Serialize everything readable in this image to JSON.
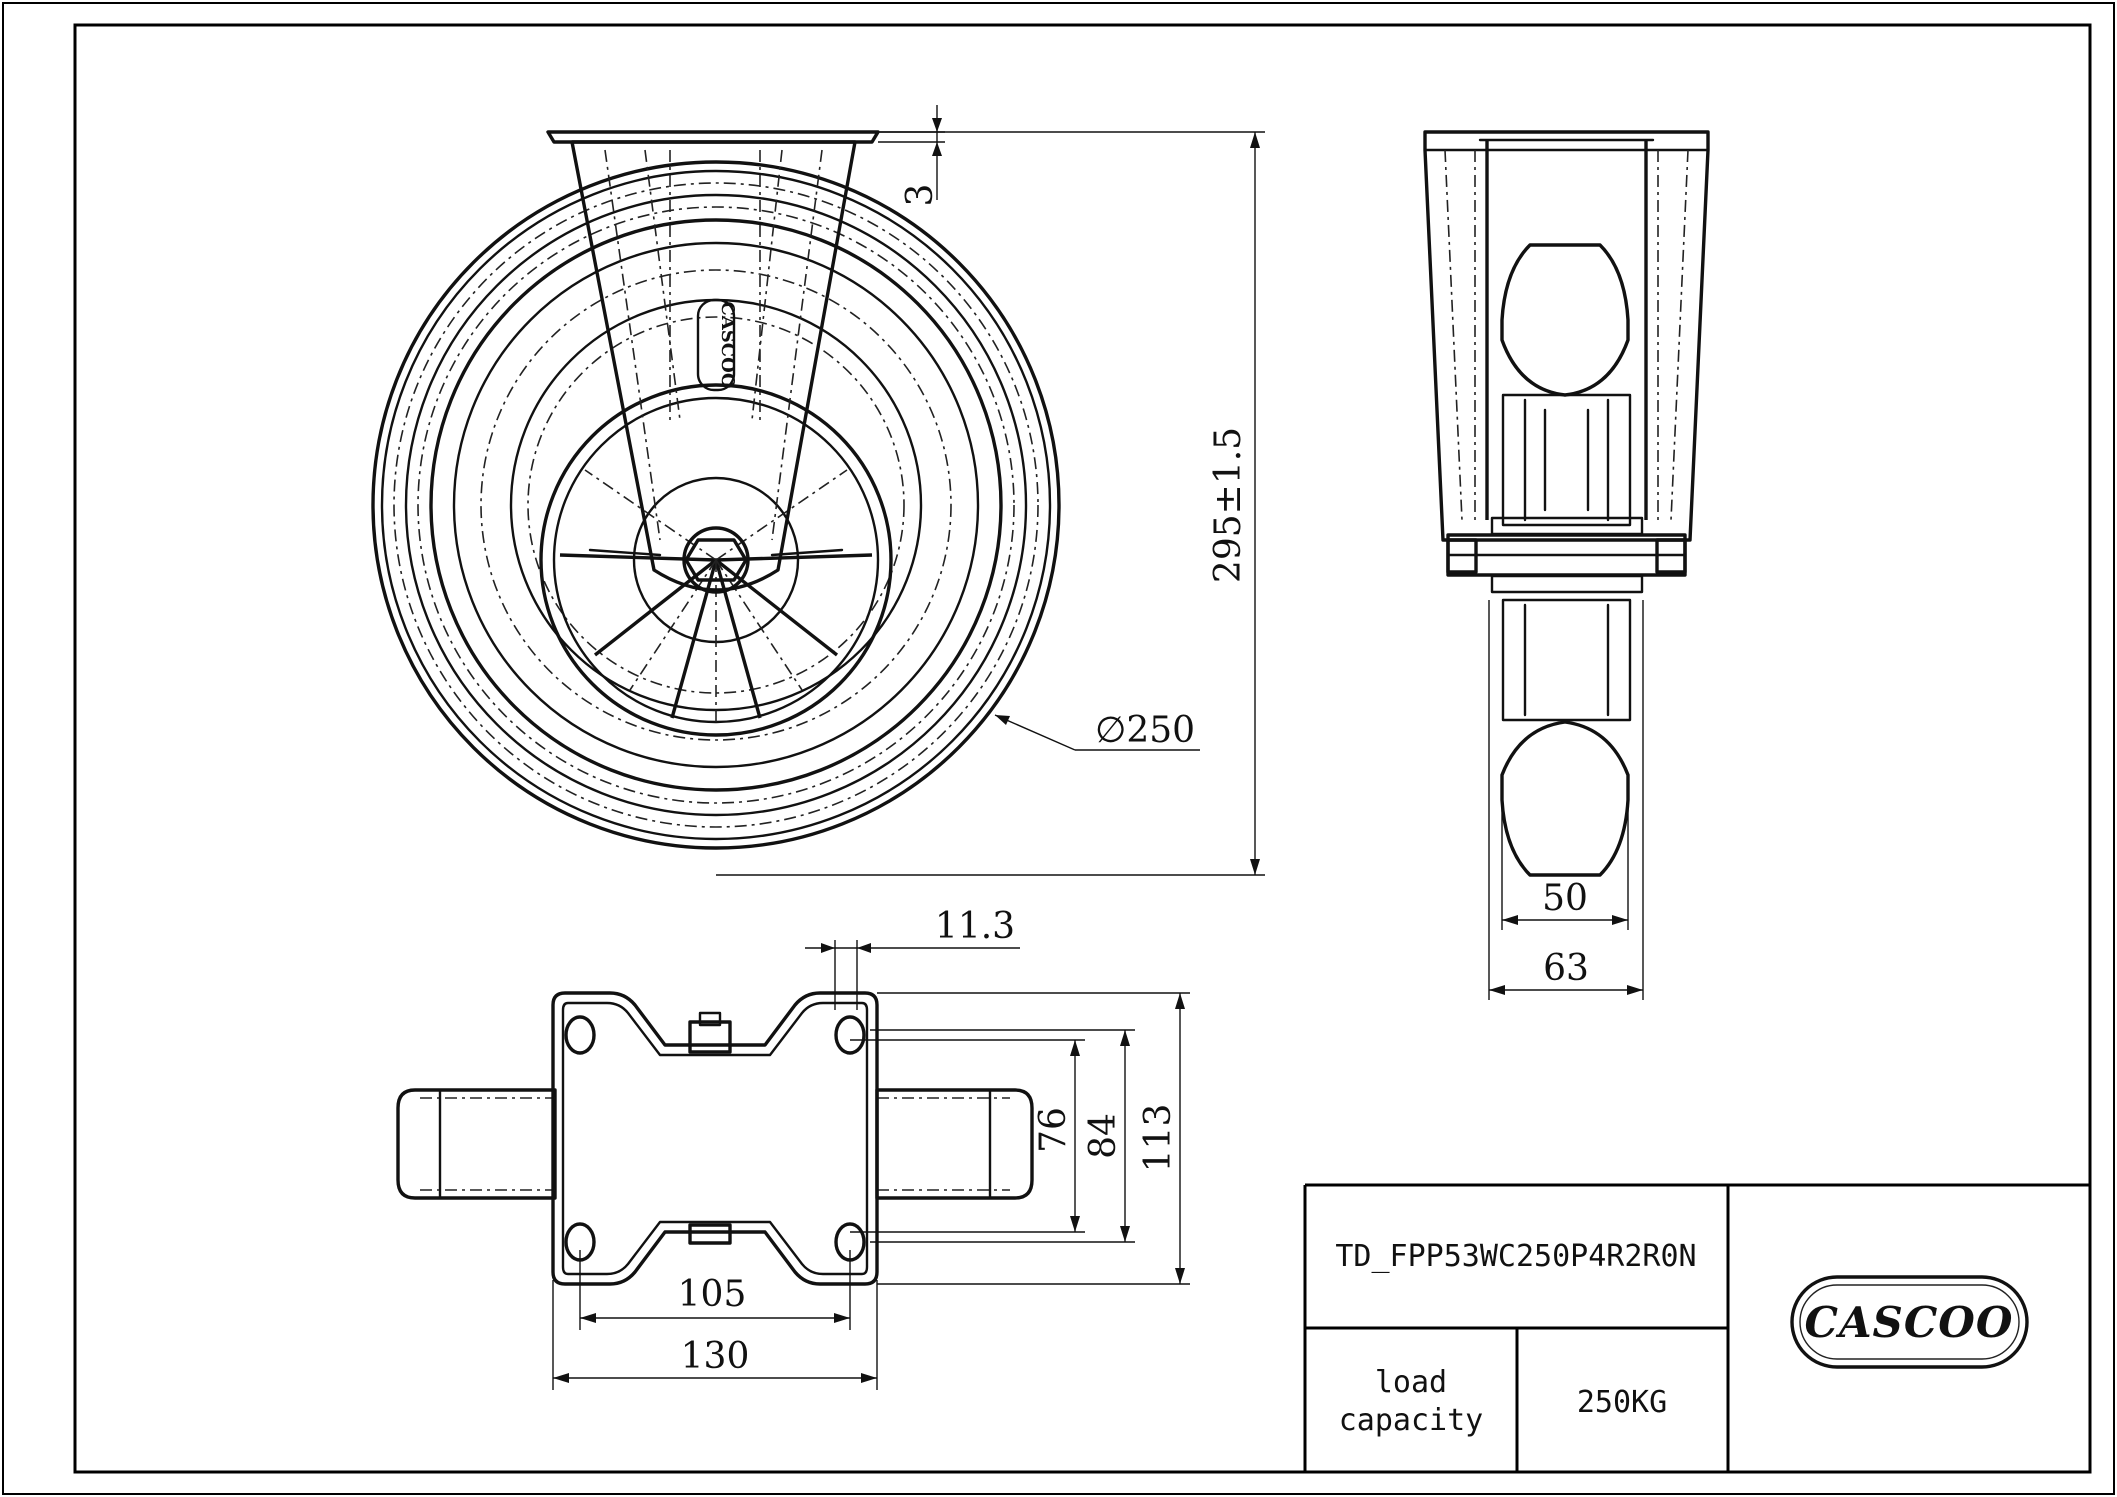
{
  "dimensions": {
    "top_plate_thickness": "3",
    "overall_height": "295±1.5",
    "wheel_diameter": "∅250",
    "tread_width": "50",
    "overall_width": "63",
    "slot_offset": "11.3",
    "hole_spacing_y": "76",
    "slot_spacing_y": "84",
    "plate_depth": "113",
    "hole_spacing_x": "105",
    "plate_width": "130"
  },
  "title_block": {
    "part_code": "TD_FPP53WC250P4R2R0N",
    "load_label_line1": "load",
    "load_label_line2": "capacity",
    "load_value": "250KG",
    "logo_text": "CASCOO"
  },
  "embossed_logo": "CASCOO",
  "colors": {
    "line": "#111111",
    "background": "#ffffff"
  }
}
